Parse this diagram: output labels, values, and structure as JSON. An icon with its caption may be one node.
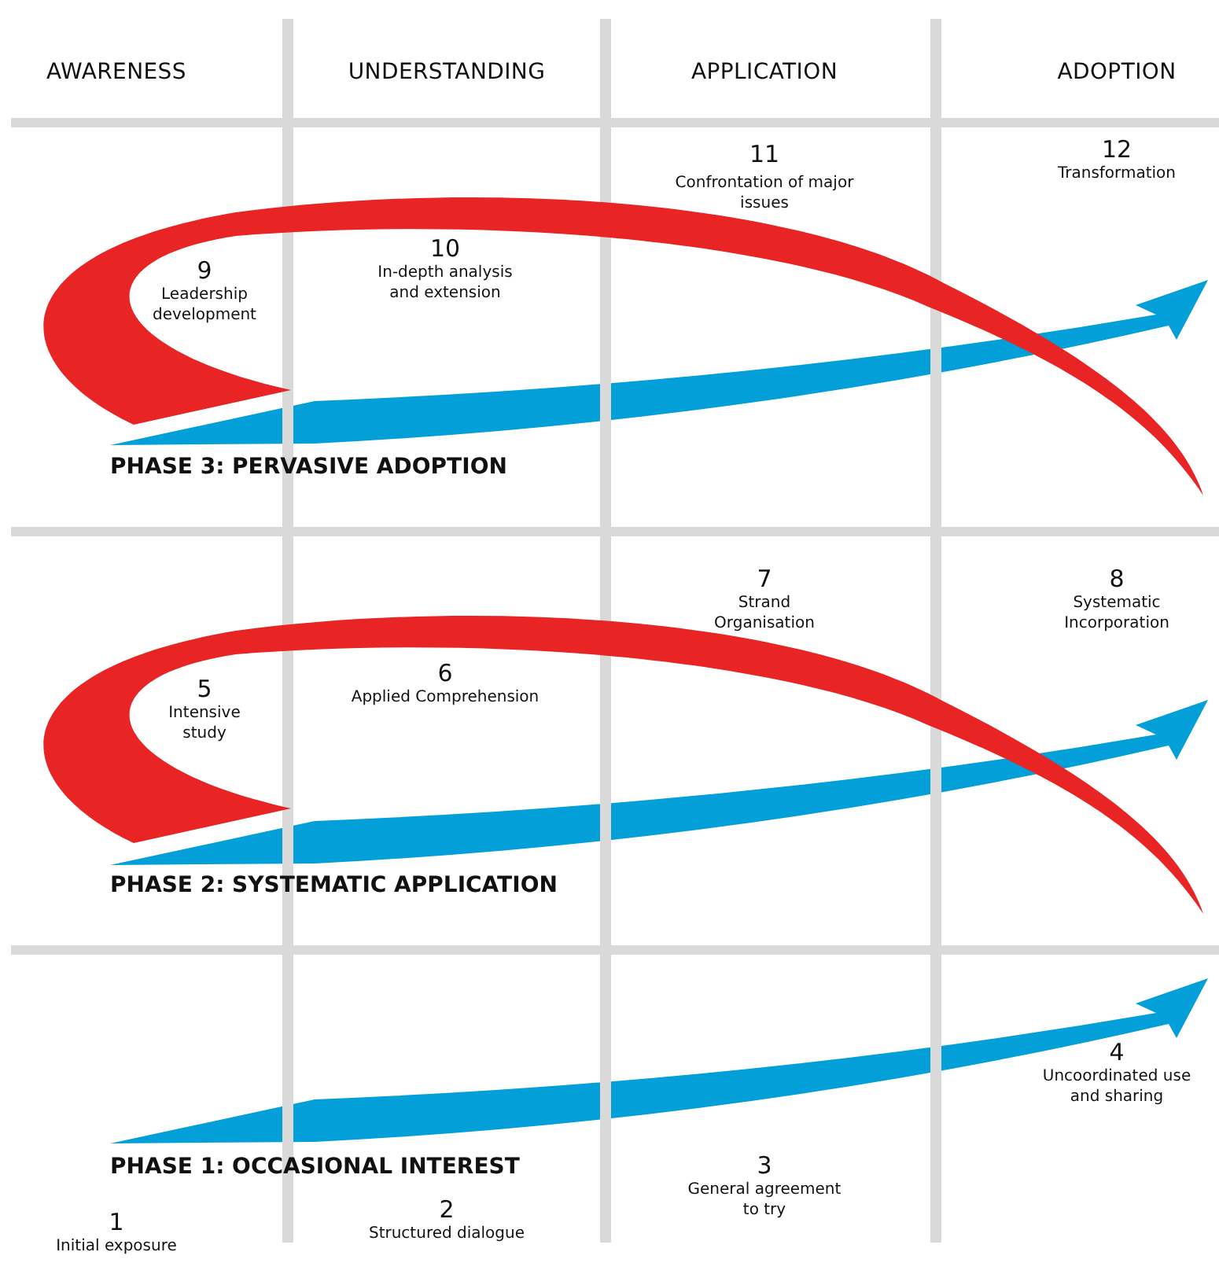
{
  "diagram": {
    "labels": [
      "AWARENESS",
      "UNDERSTANDING",
      "APPLICATION",
      "ADOPTION",
      "11",
      "Confrontation of major issues",
      "12",
      "Transformation",
      "9",
      "Leadership development",
      "10",
      "In-depth analysis and extension",
      "PHASE 3: PERVASIVE ADOPTION",
      "7",
      "Strand Organisation",
      "8",
      "Systematic Incorporation",
      "5",
      "Intensive study",
      "6",
      "Applied Comprehension",
      "PHASE 2: SYSTEMATIC APPLICATION",
      "4",
      "Uncoordinated use and sharing",
      "PHASE 1: OCCASIONAL INTEREST",
      "3",
      "General agreement to try",
      "2",
      "Structured dialogue",
      "1",
      "Initial exposure"
    ]
  }
}
